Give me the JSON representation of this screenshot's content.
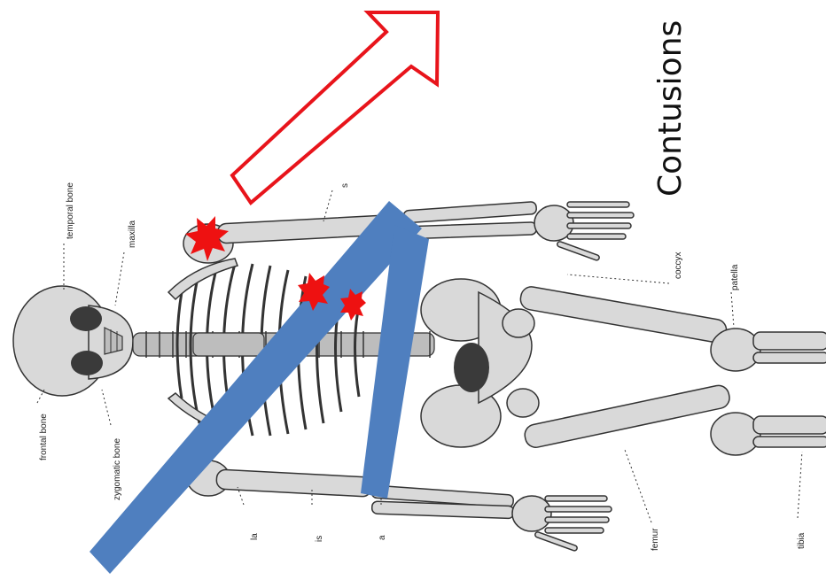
{
  "title": "Contusions",
  "labels": {
    "temporal": "temporal bone",
    "maxilla": "maxilla",
    "frontal": "frontal bone",
    "zygomatic": "zygomatic bone",
    "s": "s",
    "coccyx": "coccyx",
    "patella": "patella",
    "la": "la",
    "is": "is",
    "a": "a",
    "femur": "femur",
    "tibia": "tibia"
  },
  "colors": {
    "arrow_outline": "#e8141b",
    "force_bar": "#4f7fbf",
    "contusion": "#ee1111"
  },
  "markers": [
    "contusion-star",
    "contusion-star",
    "contusion-star"
  ]
}
